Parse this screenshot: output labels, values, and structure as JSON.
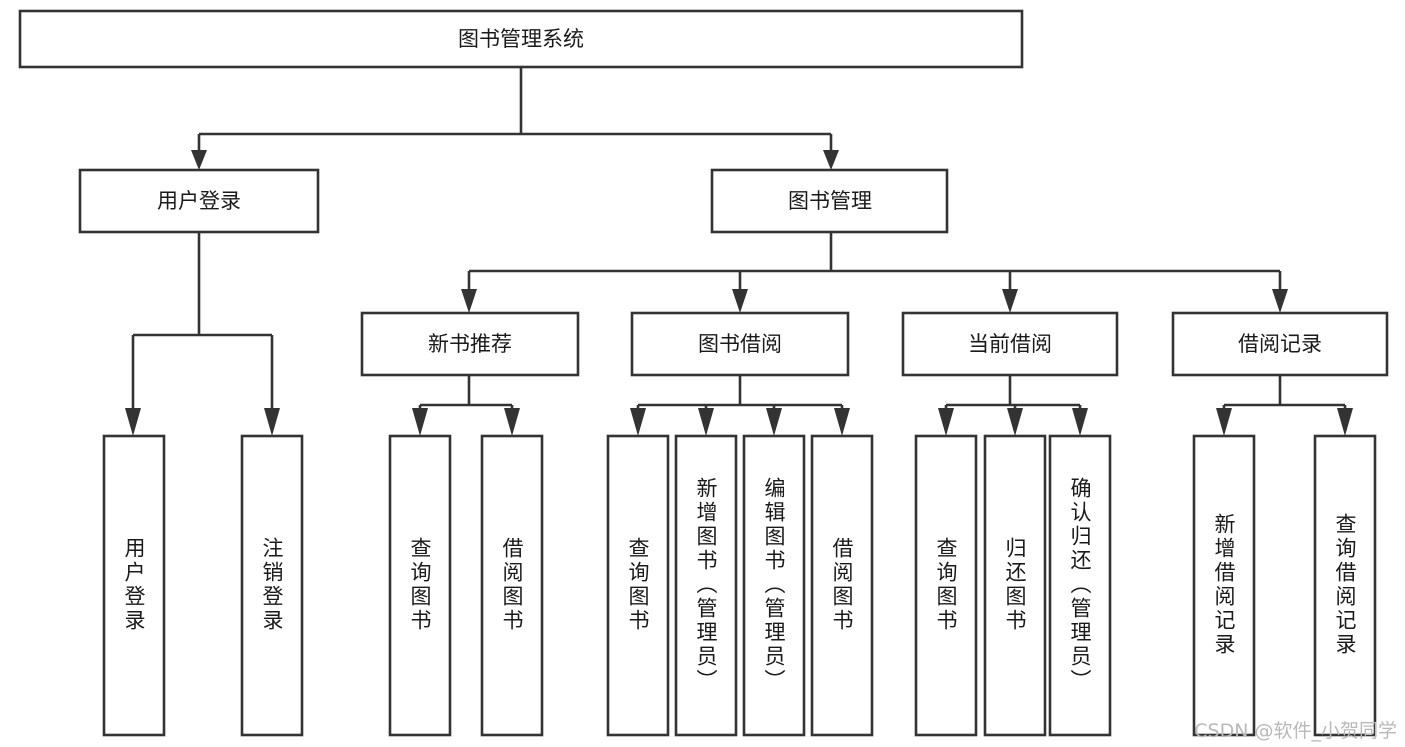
{
  "diagram": {
    "type": "tree-hierarchy",
    "title": "图书管理系统",
    "watermark": "CSDN @软件_小贺同学",
    "colors": {
      "stroke": "#333333",
      "node_fill": "#ffffff",
      "text": "#1a1a1a",
      "background": "#ffffff",
      "watermark": "#b9b9b9"
    },
    "root": {
      "label": "图书管理系统"
    },
    "level2": [
      {
        "label": "用户登录"
      },
      {
        "label": "图书管理"
      }
    ],
    "level3": [
      {
        "label": "新书推荐"
      },
      {
        "label": "图书借阅"
      },
      {
        "label": "当前借阅"
      },
      {
        "label": "借阅记录"
      }
    ],
    "leaves": {
      "user_login": [
        {
          "label": "用户登录"
        },
        {
          "label": "注销登录"
        }
      ],
      "new_book_recommend": [
        {
          "label": "查询图书"
        },
        {
          "label": "借阅图书"
        }
      ],
      "book_borrow": [
        {
          "label": "查询图书"
        },
        {
          "label": "新增图书（管理员）"
        },
        {
          "label": "编辑图书（管理员）"
        },
        {
          "label": "借阅图书"
        }
      ],
      "current_borrow": [
        {
          "label": "查询图书"
        },
        {
          "label": "归还图书"
        },
        {
          "label": "确认归还（管理员）"
        }
      ],
      "borrow_record": [
        {
          "label": "新增借阅记录"
        },
        {
          "label": "查询借阅记录"
        }
      ]
    }
  }
}
